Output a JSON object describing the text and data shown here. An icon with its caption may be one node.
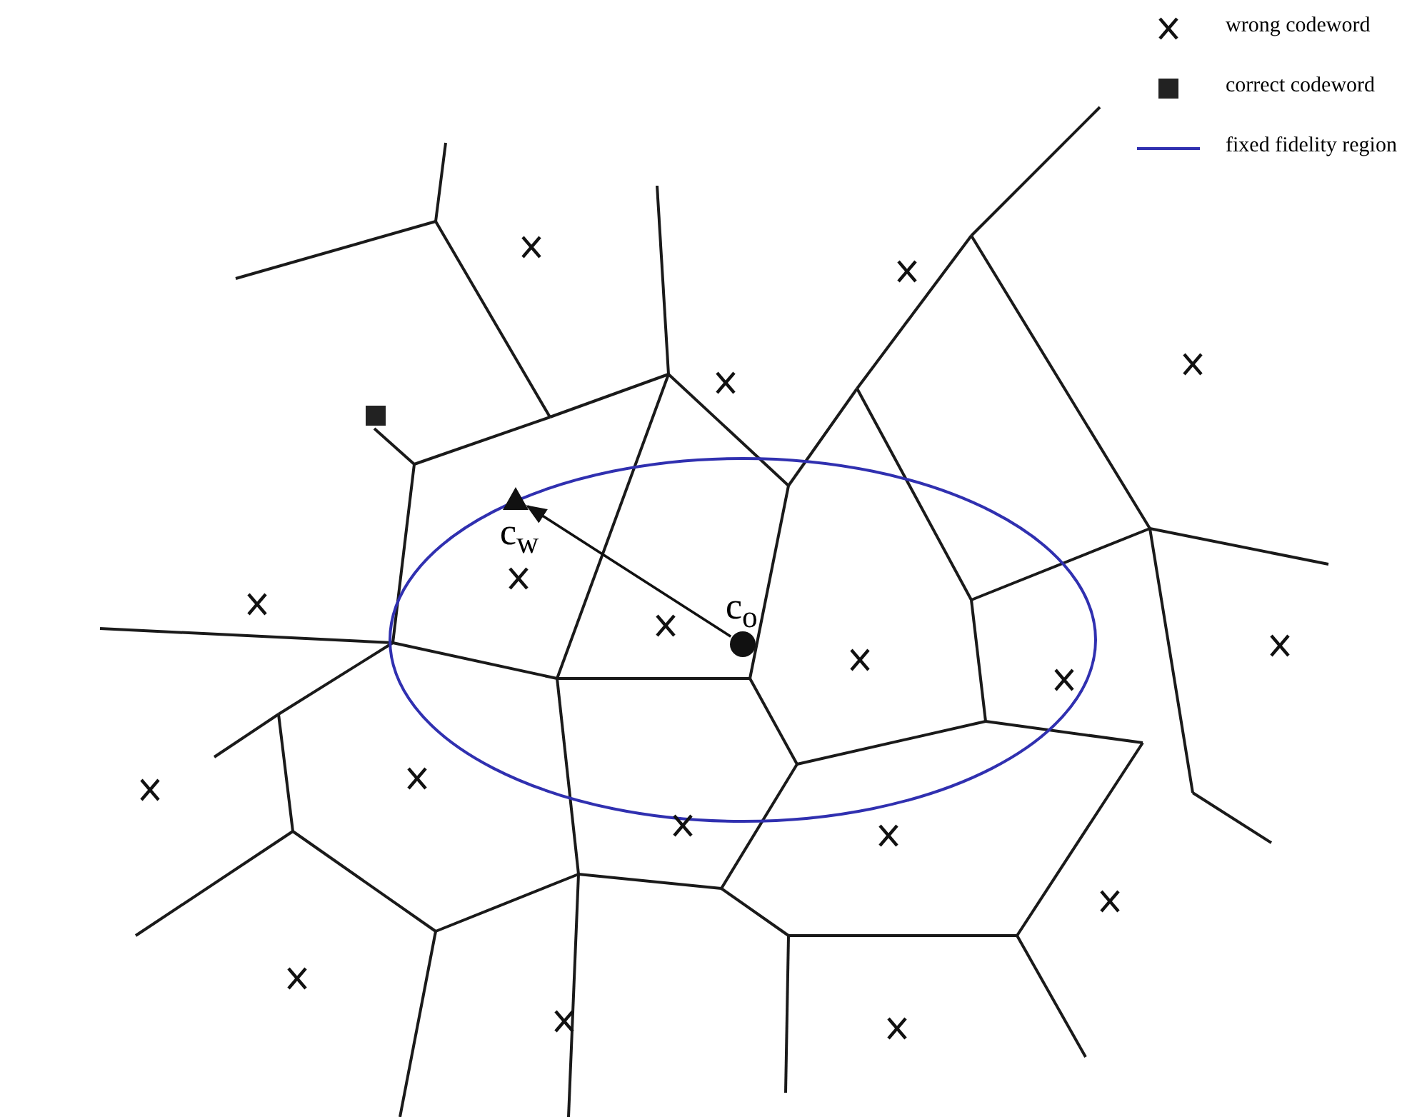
{
  "diagram": {
    "nodes": [
      {
        "text": [],
        "shape": "triangle",
        "beside": [
          "c$_{w}$"
        ]
      },
      {
        "text": [],
        "shape": "circle",
        "beside": [
          "c$_{o}$"
        ]
      }
    ],
    "edges": [
      {
        "from": 1,
        "to": 0,
        "arrow": "to"
      }
    ],
    "legend": [
      {
        "text": "wrong codeword"
      },
      {
        "text": "correct codeword"
      },
      {
        "text": "fixed fidelity region"
      }
    ]
  }
}
